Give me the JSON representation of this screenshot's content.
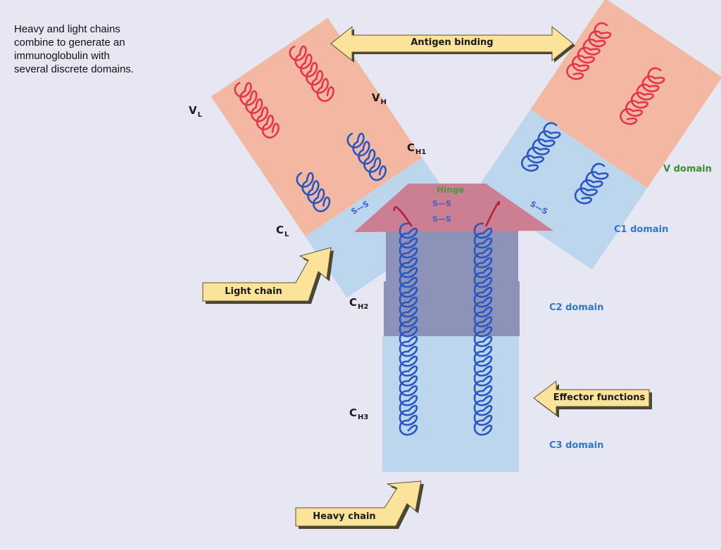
{
  "caption": "Heavy and light chains\ncombine to generate an\nimmunoglobulin with\nseveral discrete domains.",
  "labels": {
    "vl": {
      "main": "V",
      "sub": "L"
    },
    "vh": {
      "main": "V",
      "sub": "H"
    },
    "ch1": {
      "main": "C",
      "sub": "H1"
    },
    "cl": {
      "main": "C",
      "sub": "L"
    },
    "ch2": {
      "main": "C",
      "sub": "H2"
    },
    "ch3": {
      "main": "C",
      "sub": "H3"
    },
    "hinge": "Hinge"
  },
  "domains": {
    "v": "V domain",
    "c1": "C1 domain",
    "c2": "C2 domain",
    "c3": "C3 domain"
  },
  "arrows": {
    "antigen": "Antigen binding",
    "light": "Light chain",
    "heavy": "Heavy chain",
    "effector": "Effector functions"
  },
  "disulfide": {
    "left": "S—S",
    "right": "S—S",
    "hinge_top": "S—S",
    "hinge_bottom": "S—S"
  },
  "colors": {
    "v_region": "#f3b8a2",
    "c1_region": "#bcd6ee",
    "c2_region": "#8c92b8",
    "c3_region": "#bcd6ee",
    "hinge": "#cc7f92",
    "helix_red": "#e8334d",
    "helix_blue": "#2a56c4",
    "arrow_fill": "#fbe39a",
    "v_domain_text": "#3f8a2a",
    "c_domain_text": "#2e78c9"
  }
}
